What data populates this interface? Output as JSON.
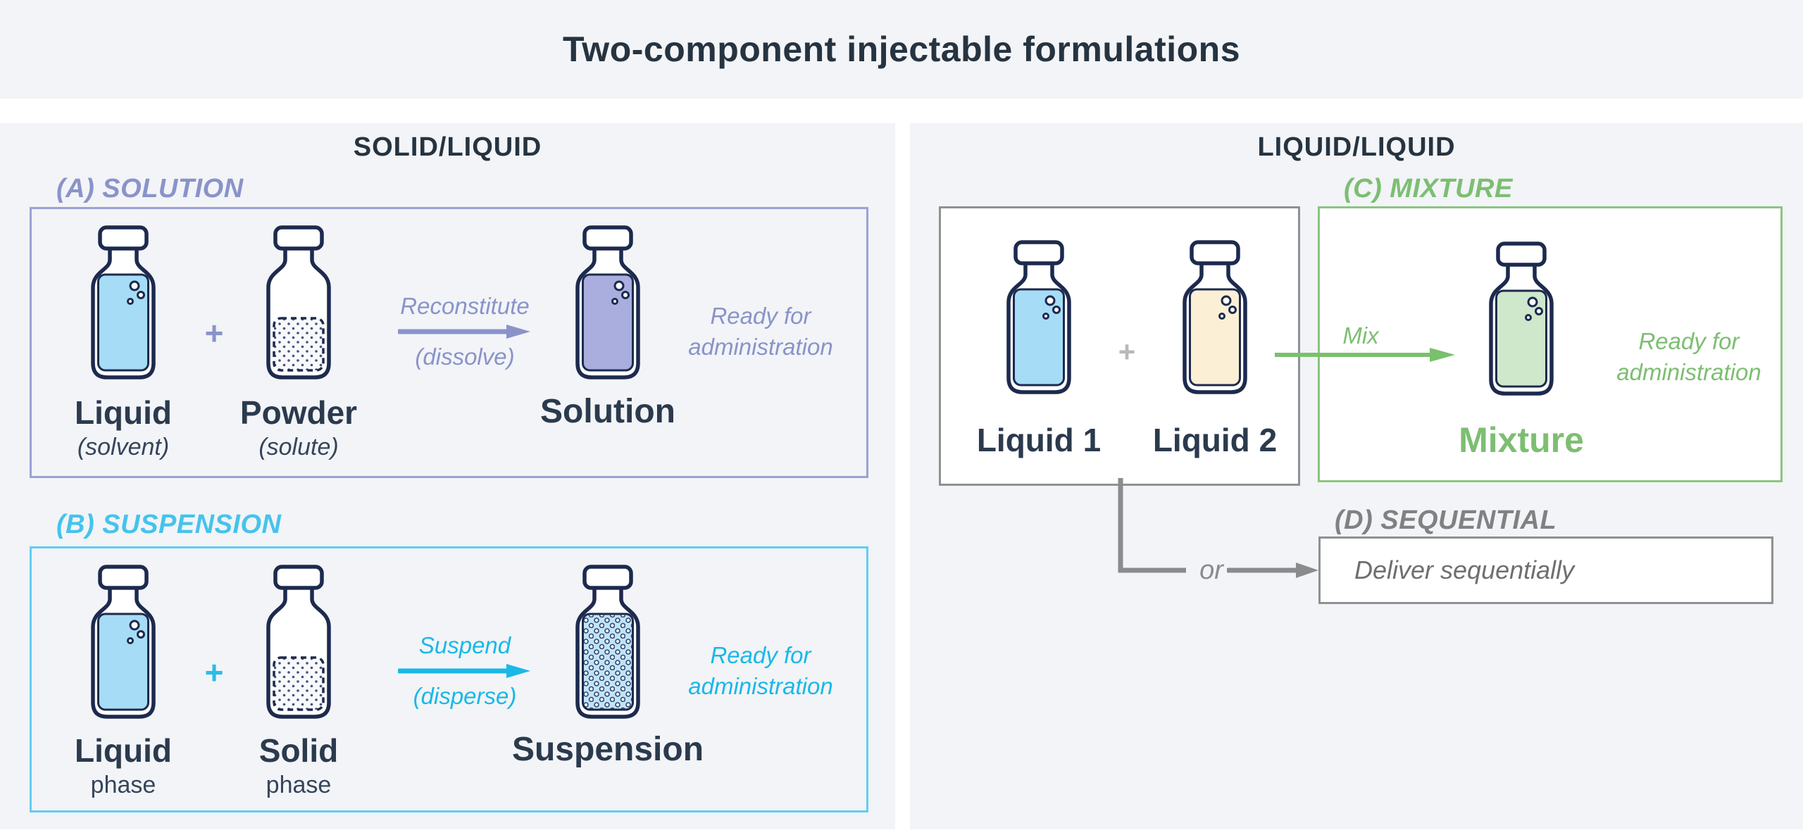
{
  "title": "Two-component injectable formulations",
  "palette": {
    "background": "#f2f4f7",
    "dark_text": "#2b3a4d",
    "vial_outline": "#1d2a4e",
    "purple": "#8a93c9",
    "purple_border": "#9aa2d3",
    "solution_fill": "#a9aede",
    "cyan": "#19b8e8",
    "cyan_border": "#62cdf1",
    "suspension_fill": "#bfe4f8",
    "green": "#7dbe72",
    "green_border": "#8cc57f",
    "mixture_fill": "#cfe7cb",
    "gray": "#8f9091",
    "liquid_fill": "#a6dcf5",
    "liquid2_fill": "#fbf0d6"
  },
  "left_panel": {
    "header": "SOLID/LIQUID",
    "solution": {
      "label": "(A) SOLUTION",
      "component1": {
        "name": "Liquid",
        "sub": "(solvent)"
      },
      "plus": "+",
      "component2": {
        "name": "Powder",
        "sub": "(solute)"
      },
      "process": {
        "action": "Reconstitute",
        "method": "(dissolve)"
      },
      "result": "Solution",
      "ready": "Ready for administration"
    },
    "suspension": {
      "label": "(B) SUSPENSION",
      "component1": {
        "name": "Liquid",
        "sub": "phase"
      },
      "plus": "+",
      "component2": {
        "name": "Solid",
        "sub": "phase"
      },
      "process": {
        "action": "Suspend",
        "method": "(disperse)"
      },
      "result": "Suspension",
      "ready": "Ready for administration"
    }
  },
  "right_panel": {
    "header": "LIQUID/LIQUID",
    "inputs": {
      "component1": "Liquid 1",
      "plus": "+",
      "component2": "Liquid 2"
    },
    "mixture": {
      "label": "(C) MIXTURE",
      "process": "Mix",
      "result": "Mixture",
      "ready": "Ready for administration"
    },
    "sequential": {
      "label": "(D) SEQUENTIAL",
      "or": "or",
      "text": "Deliver sequentially"
    }
  }
}
